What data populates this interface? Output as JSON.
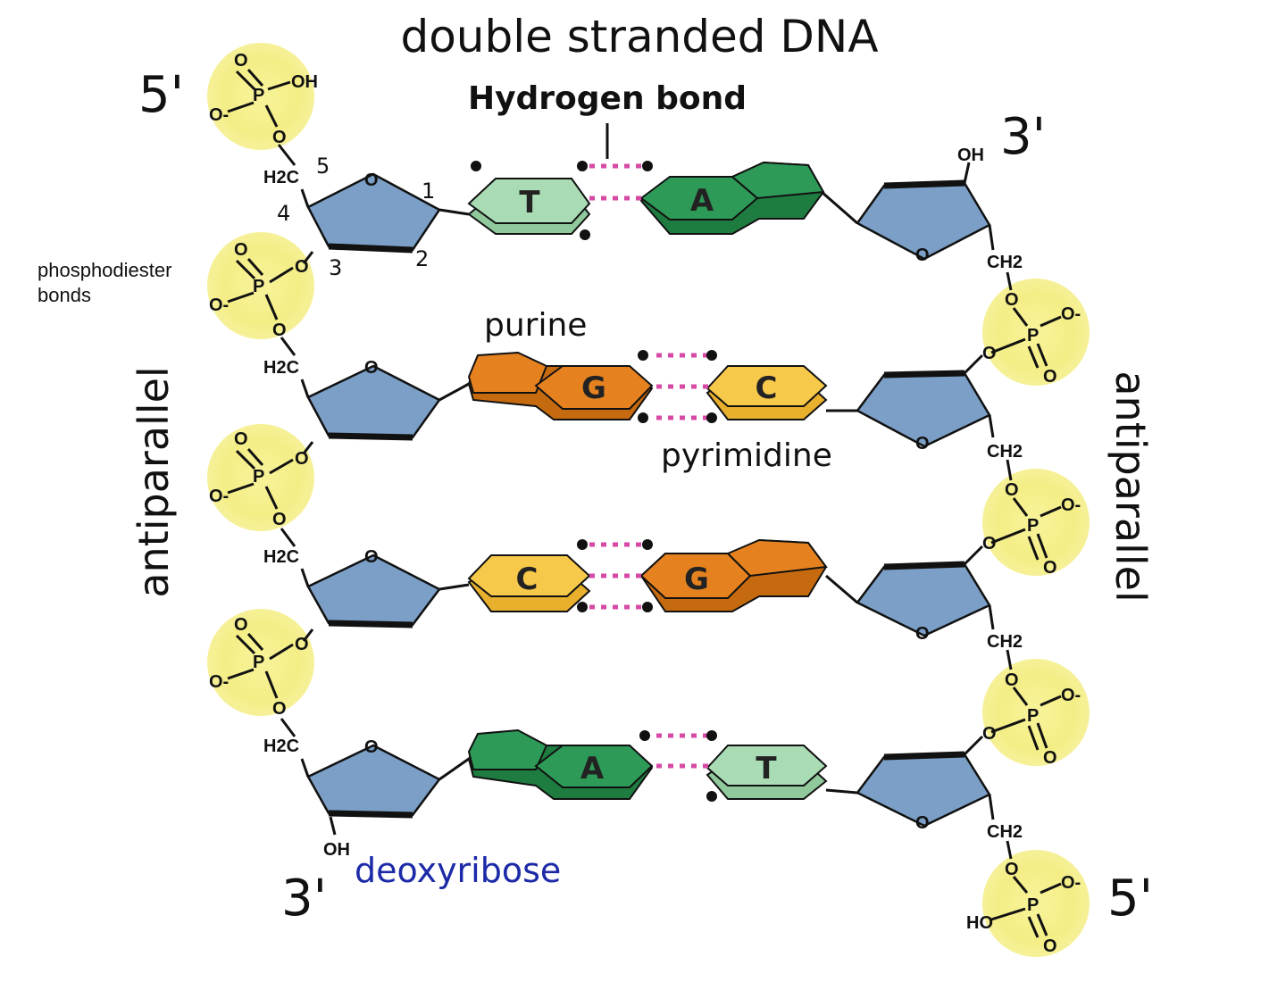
{
  "title": "double stranded DNA",
  "labels": {
    "hydrogen_bond": "Hydrogen bond",
    "five_prime": "5'",
    "three_prime": "3'",
    "antiparallel": "antiparallel",
    "phosphodiester_line1": "phosphodiester",
    "phosphodiester_line2": "bonds",
    "purine": "purine",
    "pyrimidine": "pyrimidine",
    "deoxyribose": "deoxyribose"
  },
  "carbon_numbers": [
    "1",
    "2",
    "3",
    "4",
    "5"
  ],
  "atoms": {
    "O": "O",
    "P": "P",
    "OH": "OH",
    "HO": "HO",
    "CH2": "CH2",
    "H2C": "H2C",
    "O_minus": "O-"
  },
  "base_pairs": [
    {
      "left": "T",
      "right": "A"
    },
    {
      "left": "G",
      "right": "C"
    },
    {
      "left": "C",
      "right": "G"
    },
    {
      "left": "A",
      "right": "T"
    }
  ],
  "colors": {
    "sugar": "#7b9fc6",
    "phosphate_glow": "#f5f08a",
    "adenine": "#2e9a57",
    "thymine": "#a9dcb4",
    "guanine": "#e5821f",
    "cytosine": "#f7c94a",
    "hydrogen_bond": "#d64aa6",
    "deoxyribose_text": "#1c2aa8"
  }
}
